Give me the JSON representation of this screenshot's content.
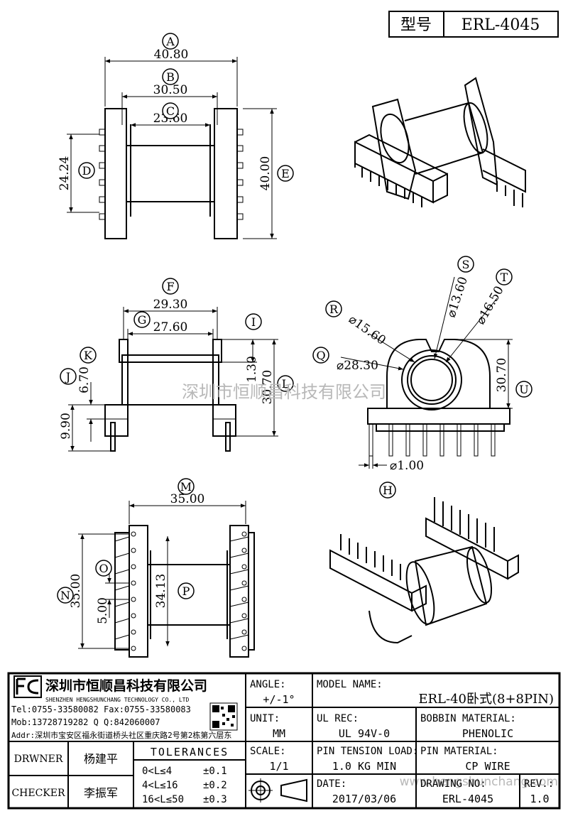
{
  "header": {
    "model_label": "型号",
    "model_value": "ERL-4045"
  },
  "dimensions": {
    "A": "40.80",
    "B": "30.50",
    "C": "23.60",
    "D": "24.24",
    "E": "40.00",
    "F": "29.30",
    "G": "27.60",
    "I": "1.30",
    "J": "6.70",
    "K": "9.90",
    "L": "30.70",
    "M": "35.00",
    "N": "35.00",
    "O": "5.00",
    "P": "34.13",
    "Q": "⌀28.30",
    "R": "⌀15.60",
    "S": "⌀13.60",
    "T": "⌀16.50",
    "U": "30.70",
    "pin": "⌀1.00"
  },
  "callouts": [
    "A",
    "B",
    "C",
    "D",
    "E",
    "F",
    "G",
    "H",
    "I",
    "J",
    "K",
    "L",
    "M",
    "N",
    "O",
    "P",
    "Q",
    "R",
    "S",
    "T",
    "U"
  ],
  "watermark": {
    "text": "深圳市恒顺昌科技有限公司",
    "url": "www.hengshunchang.com"
  },
  "company": {
    "name": "深圳市恒顺昌科技有限公司",
    "name_en": "SHENZHEN HENGSHUNCHANG TECHNOLOGY CO., LTD",
    "tel": "Tel:0755-33580082 Fax:0755-33580083",
    "mob": "Mob:13728719282    Q  Q:842060007",
    "addr": "Addr:深圳市宝安区福永街道桥头社区重庆路2号第2栋第六层东"
  },
  "title_block": {
    "angle_label": "ANGLE:",
    "angle_value": "+/-1°",
    "model_name_label": "MODEL NAME:",
    "model_name_value": "ERL-40卧式(8+8PIN)",
    "unit_label": "UNIT:",
    "unit_value": "MM",
    "ul_label": "UL REC:",
    "ul_value": "UL 94V-0",
    "bobbin_label": "BOBBIN MATERIAL:",
    "bobbin_value": "PHENOLIC",
    "drawer_label": "DRWNER",
    "drawer_value": "杨建平",
    "tol_title": "TOLERANCES",
    "tol_rows": [
      {
        "range": "0<L≤4",
        "tol": "±0.1"
      },
      {
        "range": "4<L≤16",
        "tol": "±0.2"
      },
      {
        "range": "16<L≤50",
        "tol": "±0.3"
      }
    ],
    "scale_label": "SCALE:",
    "scale_value": "1/1",
    "pin_tension_label": "PIN TENSION LOAD:",
    "pin_tension_value": "1.0 KG MIN",
    "pin_material_label": "PIN MATERIAL:",
    "pin_material_value": "CP WIRE",
    "checker_label": "CHECKER",
    "checker_value": "李振军",
    "date_label": "DATE:",
    "date_value": "2017/03/06",
    "drawing_label": "DRAWING NO:",
    "drawing_value": "ERL-4045",
    "rev_label": "REV.:",
    "rev_value": "1.0"
  }
}
